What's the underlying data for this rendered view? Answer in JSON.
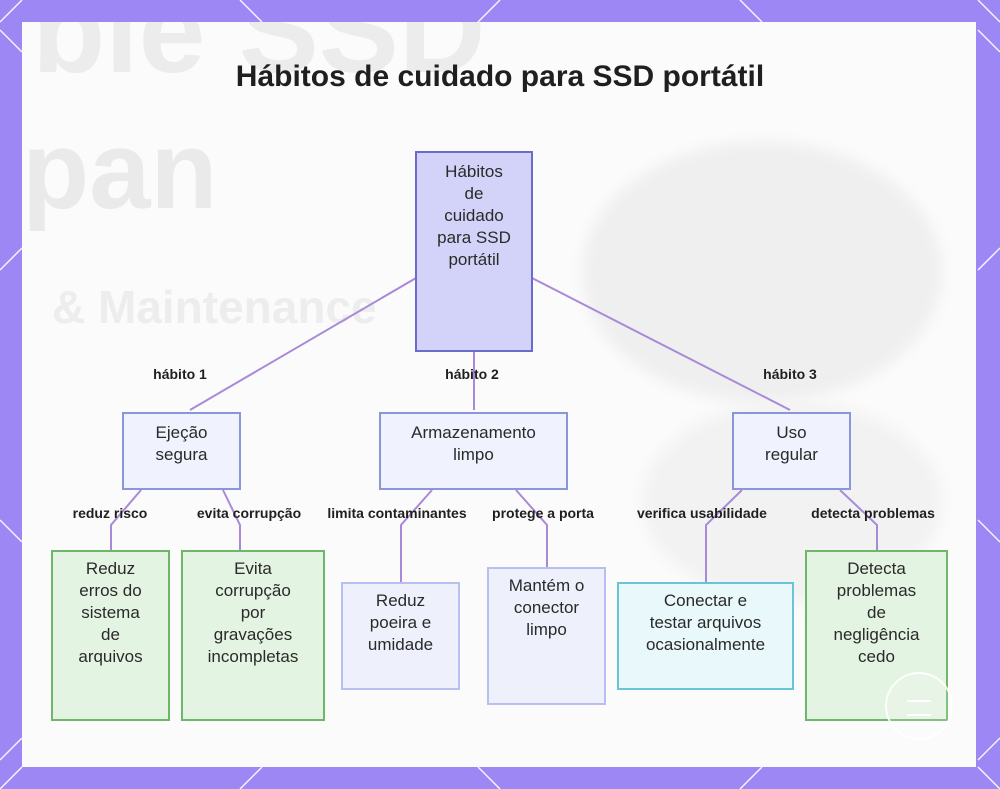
{
  "title": "Hábitos de cuidado para SSD portátil",
  "background_watermark": [
    "ble SSD",
    "pan",
    "& Maintenance"
  ],
  "colors": {
    "frame": "#9d87f5",
    "connector": "#a98ad8",
    "root_fill": "#d3d3f9",
    "level1_fill": "#f0f2fd",
    "green_fill": "#e4f4e2",
    "lavender_fill": "#eef0fc",
    "cyan_fill": "#e9f8fa"
  },
  "root": {
    "lines": [
      "Hábitos",
      "de",
      "cuidado",
      "para SSD",
      "portátil"
    ]
  },
  "habits": [
    {
      "edge_label": "hábito 1",
      "lines": [
        "Ejeção",
        "segura"
      ],
      "children": [
        {
          "edge_label": "reduz risco",
          "lines": [
            "Reduz",
            "erros do",
            "sistema",
            "de",
            "arquivos"
          ]
        },
        {
          "edge_label": "evita corrupção",
          "lines": [
            "Evita",
            "corrupção",
            "por",
            "gravações",
            "incompletas"
          ]
        }
      ]
    },
    {
      "edge_label": "hábito 2",
      "lines": [
        "Armazenamento",
        "limpo"
      ],
      "children": [
        {
          "edge_label": "limita contaminantes",
          "lines": [
            "Reduz",
            "poeira e",
            "umidade"
          ]
        },
        {
          "edge_label": "protege a porta",
          "lines": [
            "Mantém o",
            "conector",
            "limpo"
          ]
        }
      ]
    },
    {
      "edge_label": "hábito 3",
      "lines": [
        "Uso",
        "regular"
      ],
      "children": [
        {
          "edge_label": "verifica usabilidade",
          "lines": [
            "Conectar e",
            "testar arquivos",
            "ocasionalmente"
          ]
        },
        {
          "edge_label": "detecta problemas",
          "lines": [
            "Detecta",
            "problemas",
            "de",
            "negligência",
            "cedo"
          ]
        }
      ]
    }
  ]
}
